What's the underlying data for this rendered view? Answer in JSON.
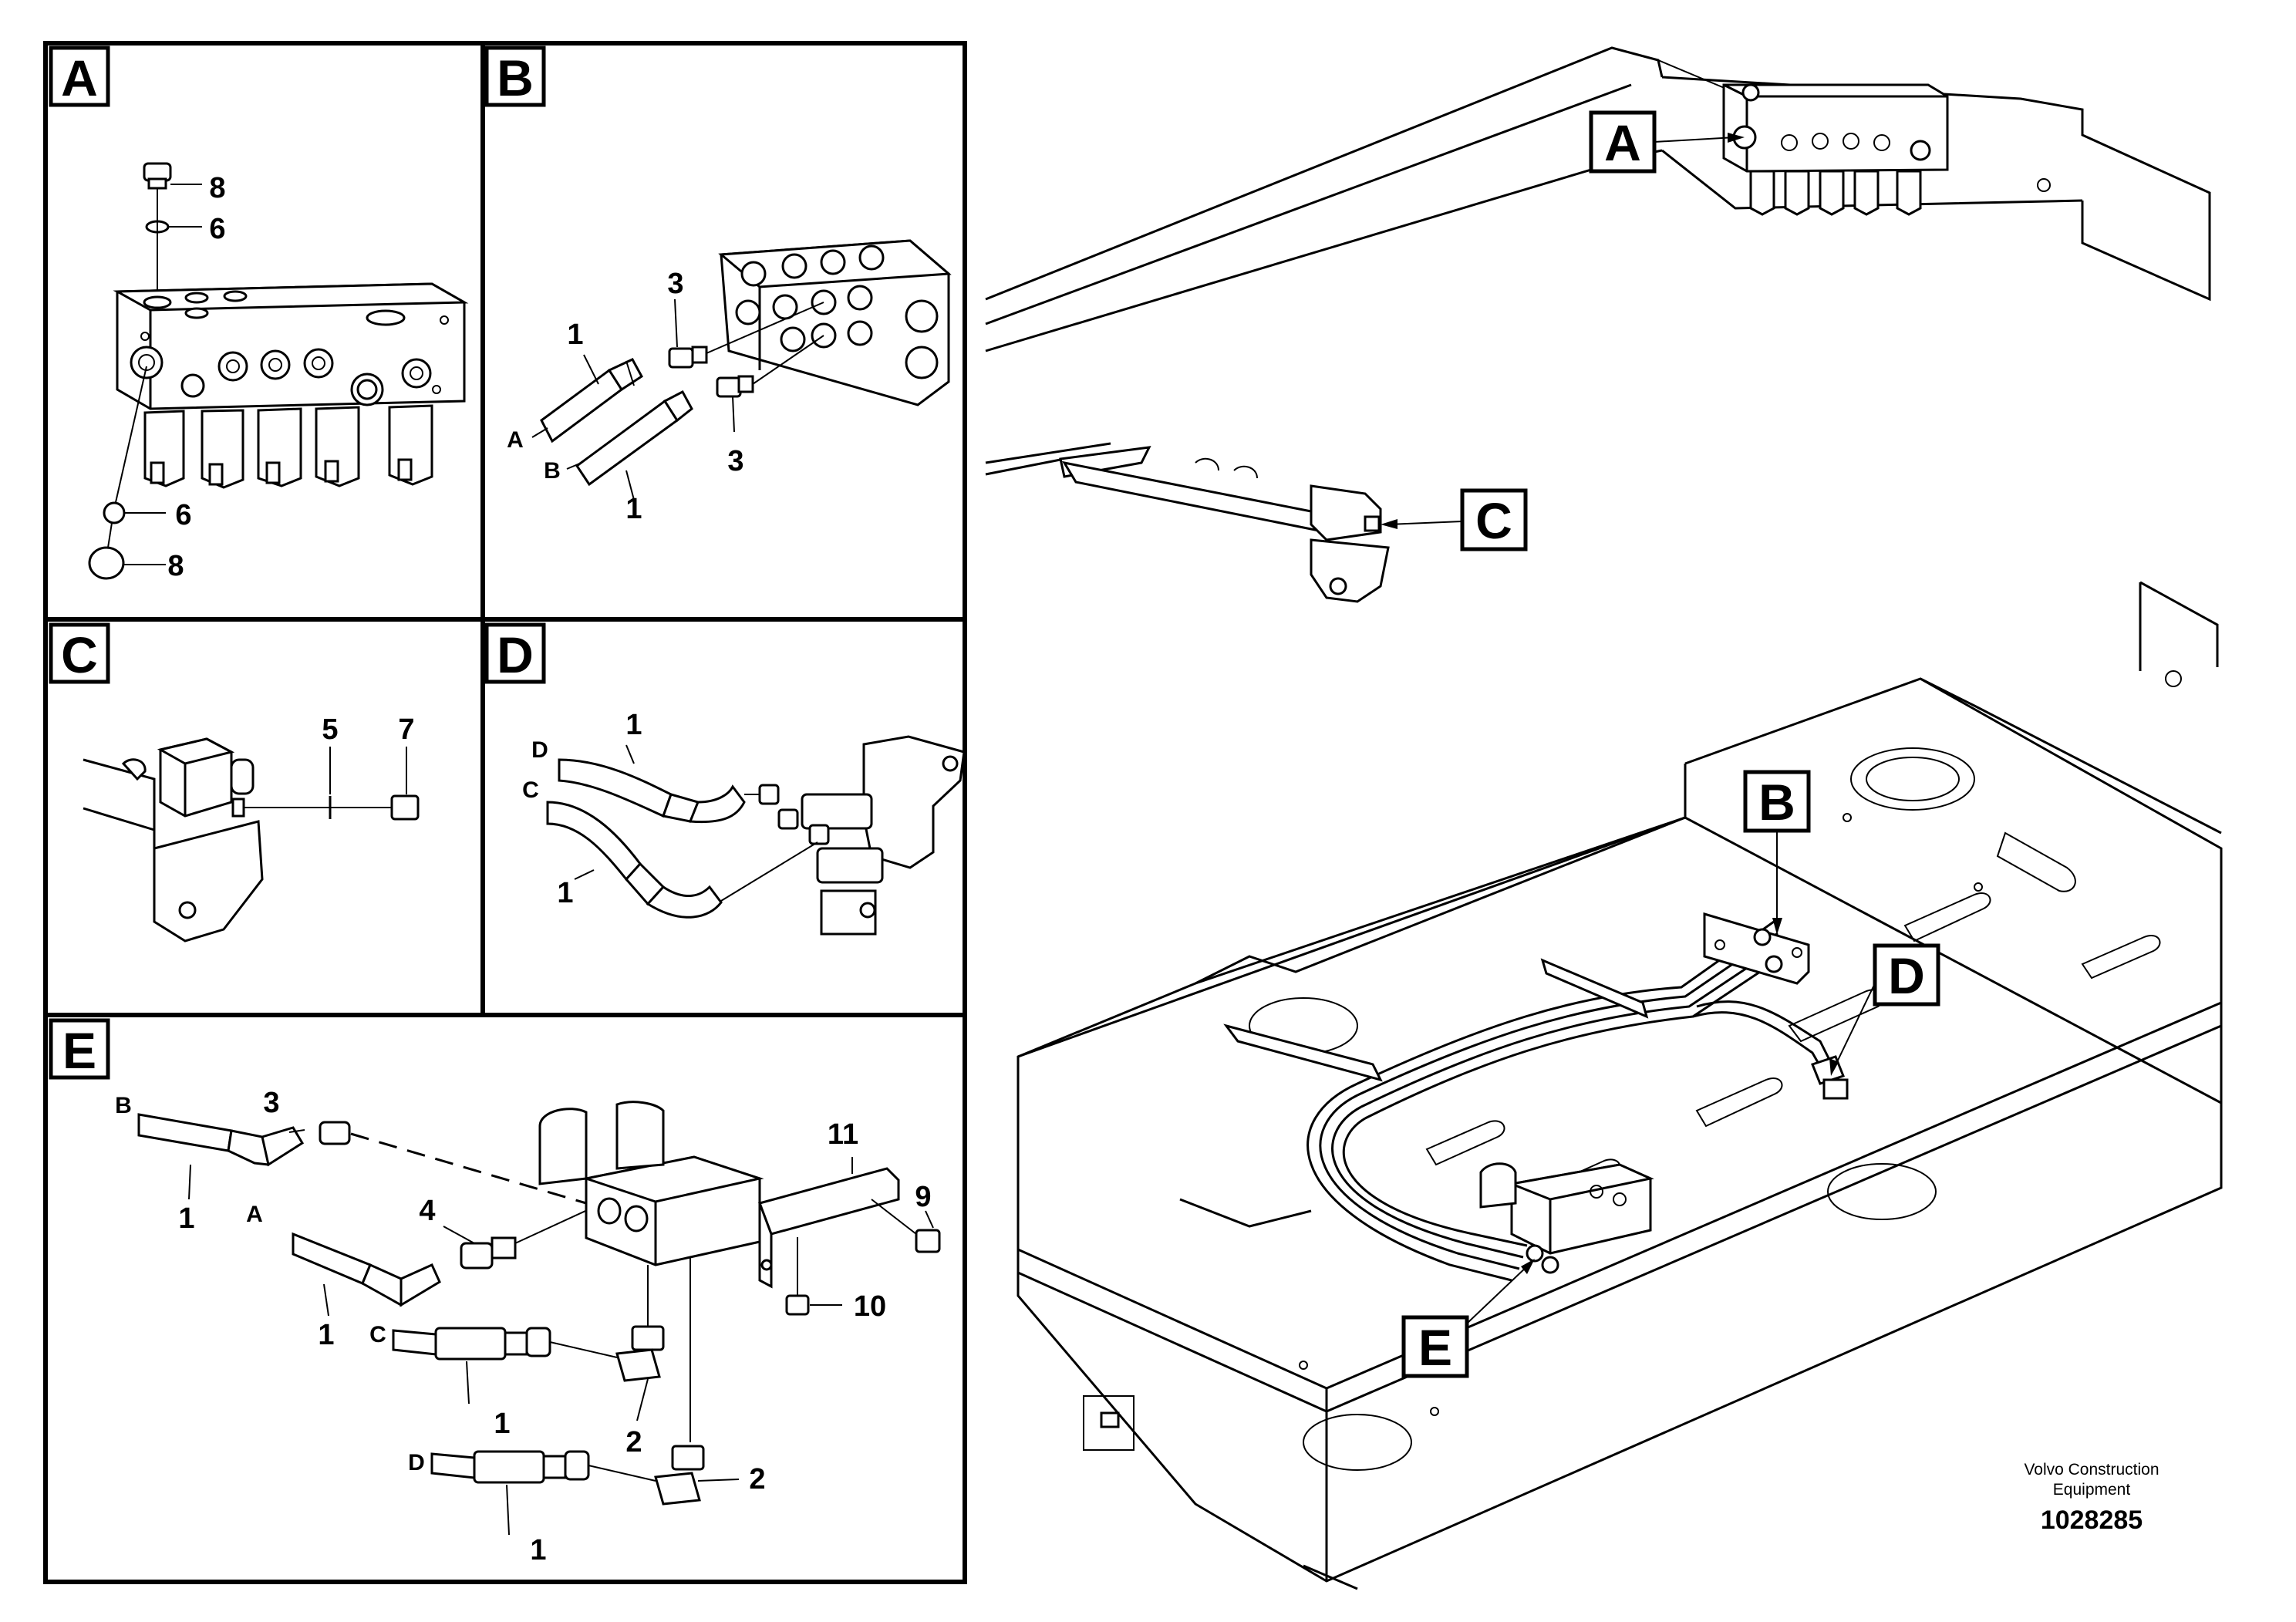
{
  "panels": {
    "A": {
      "letter": "A",
      "labels": {
        "n8_top": "8",
        "n6_top": "6",
        "n6_bot": "6",
        "n8_bot": "8"
      }
    },
    "B": {
      "letter": "B",
      "labels": {
        "n1_top": "1",
        "n3_top": "3",
        "hoseA": "A",
        "hoseB": "B",
        "n3_bot": "3",
        "n1_bot": "1"
      }
    },
    "C": {
      "letter": "C",
      "labels": {
        "n5": "5",
        "n7": "7"
      }
    },
    "D": {
      "letter": "D",
      "labels": {
        "n1_top": "1",
        "hoseD": "D",
        "hoseC": "C",
        "n1_bot": "1"
      }
    },
    "E": {
      "letter": "E",
      "labels": {
        "hoseB": "B",
        "n3": "3",
        "n1_a": "1",
        "hoseA": "A",
        "n4": "4",
        "n1_b": "1",
        "n11": "11",
        "n9": "9",
        "n10": "10",
        "hoseC": "C",
        "n1_c": "1",
        "n2_a": "2",
        "hoseD": "D",
        "n2_b": "2",
        "n1_d": "1"
      }
    }
  },
  "overview_callouts": {
    "A": "A",
    "B": "B",
    "C": "C",
    "D": "D",
    "E": "E"
  },
  "footer": {
    "vendor_line1": "Volvo Construction",
    "vendor_line2": "Equipment",
    "doc_number": "1028285"
  }
}
